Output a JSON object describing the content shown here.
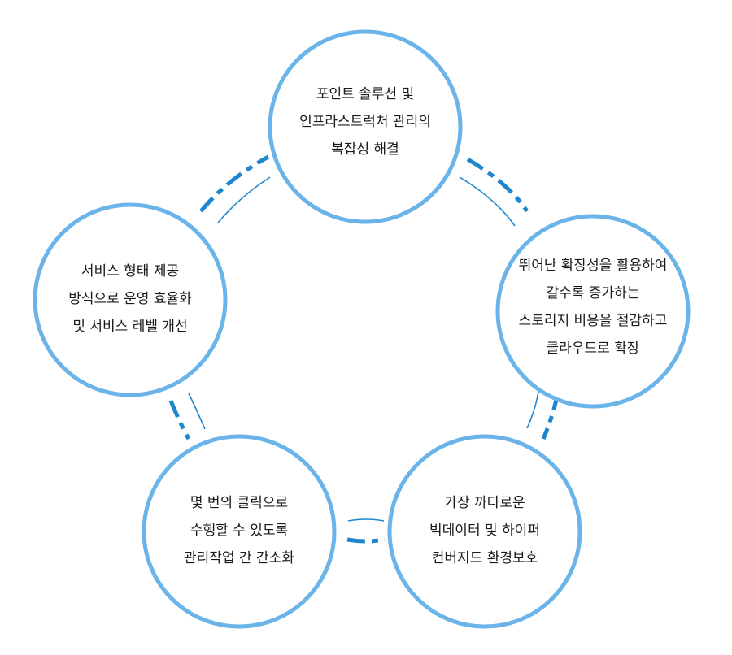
{
  "diagram": {
    "colors": {
      "circle_stroke": "#6ab4ea",
      "connector": "#1e86cf",
      "text": "#1a1a1a"
    },
    "nodes": [
      {
        "id": "top",
        "lines": [
          "포인트 솔루션 및",
          "인프라스트럭처 관리의",
          "복잡성 해결"
        ]
      },
      {
        "id": "right",
        "lines": [
          "뛰어난 확장성을 활용하여",
          "갈수록 증가하는",
          "스토리지 비용을 절감하고",
          "클라우드로 확장"
        ]
      },
      {
        "id": "bottom-right",
        "lines": [
          "가장 까다로운",
          "빅데이터 및 하이퍼",
          "컨버지드 환경보호"
        ]
      },
      {
        "id": "bottom-left",
        "lines": [
          "몇 번의 클릭으로",
          "수행할 수 있도록",
          "관리작업 간 간소화"
        ]
      },
      {
        "id": "left",
        "lines": [
          "서비스 형태 제공",
          "방식으로 운영 효율화",
          "및 서비스 레벨 개선"
        ]
      }
    ]
  }
}
